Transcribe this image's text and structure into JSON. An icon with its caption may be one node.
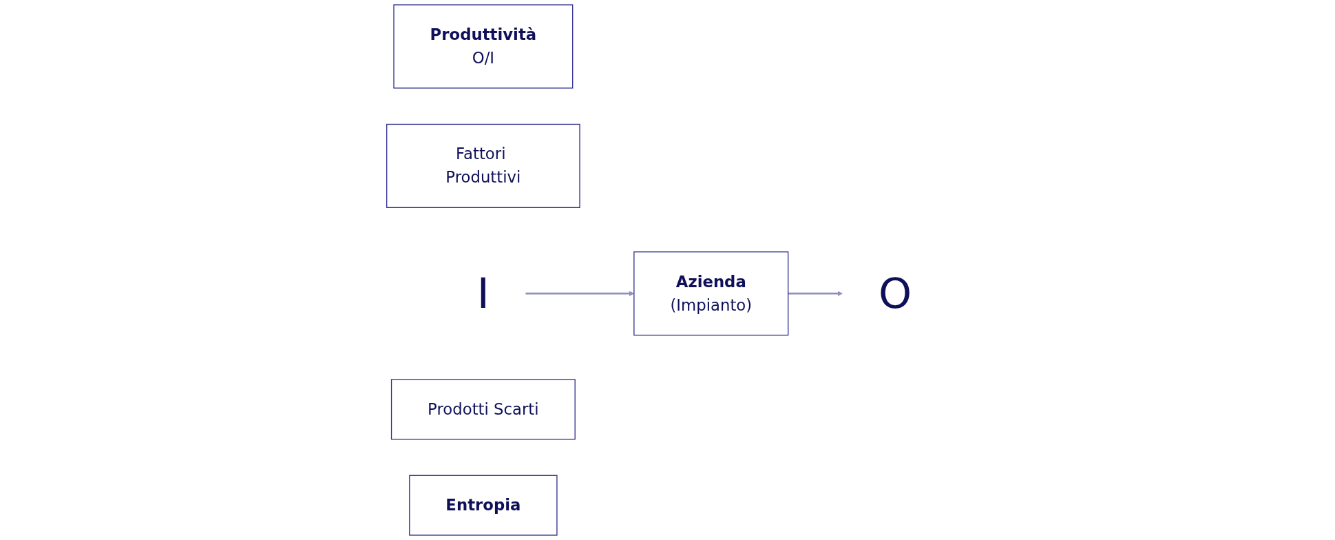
{
  "diagram": {
    "nodes": [
      {
        "text": [
          "Produttività",
          "O/I"
        ]
      },
      {
        "text": [
          "Fattori Produttivi"
        ]
      },
      {
        "text": [
          "I"
        ]
      },
      {
        "text": [
          "Azienda",
          "(Impianto)"
        ]
      },
      {
        "text": [
          "O"
        ]
      },
      {
        "text": [
          "Prodotti Scarti"
        ]
      },
      {
        "text": [
          "Entropia"
        ]
      }
    ],
    "edges": [
      {
        "from": 2,
        "to": 3,
        "arrow": "to"
      },
      {
        "from": 3,
        "to": 4,
        "arrow": "to"
      }
    ]
  }
}
